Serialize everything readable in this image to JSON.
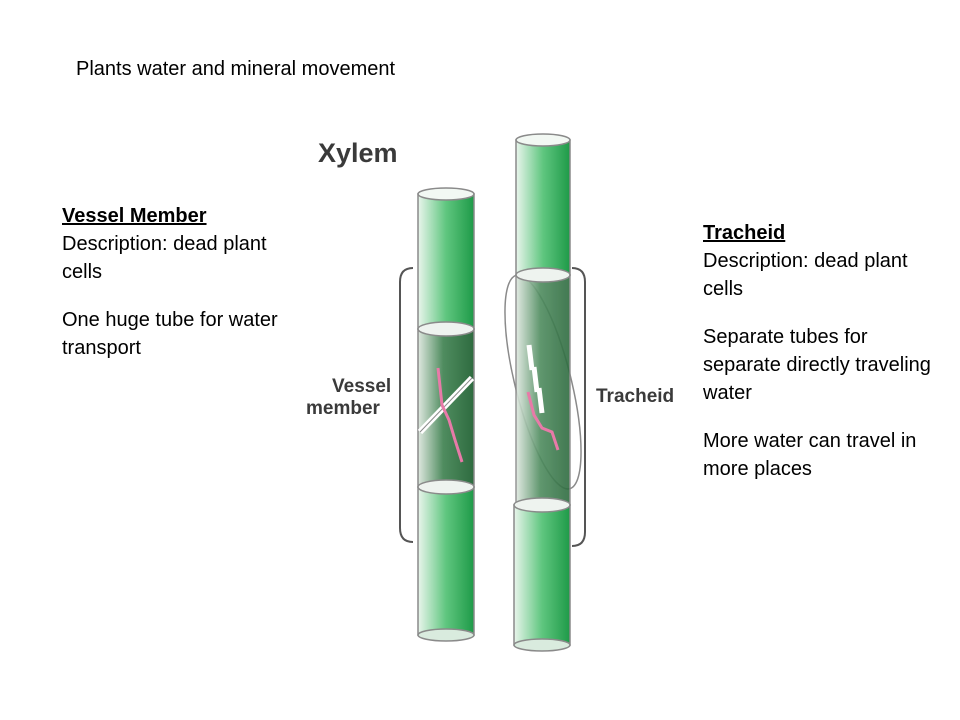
{
  "title": "Plants water and mineral movement",
  "vessel_member": {
    "heading": "Vessel Member",
    "description": "Description: dead plant cells",
    "note": "One huge tube for water transport"
  },
  "tracheid": {
    "heading": "Tracheid",
    "description": "Description: dead plant cells",
    "note1": "Separate tubes for separate directly traveling water",
    "note2": "More water can travel in more places"
  },
  "diagram": {
    "title": "Xylem",
    "label_vessel_line1": "Vessel",
    "label_vessel_line2": "member",
    "label_tracheid": "Tracheid"
  },
  "colors": {
    "tube_green": "#2fb25a",
    "tube_light": "#e9f5ec",
    "cell_dark": "#2e6b3f",
    "pit_pink": "#e87aa8"
  }
}
